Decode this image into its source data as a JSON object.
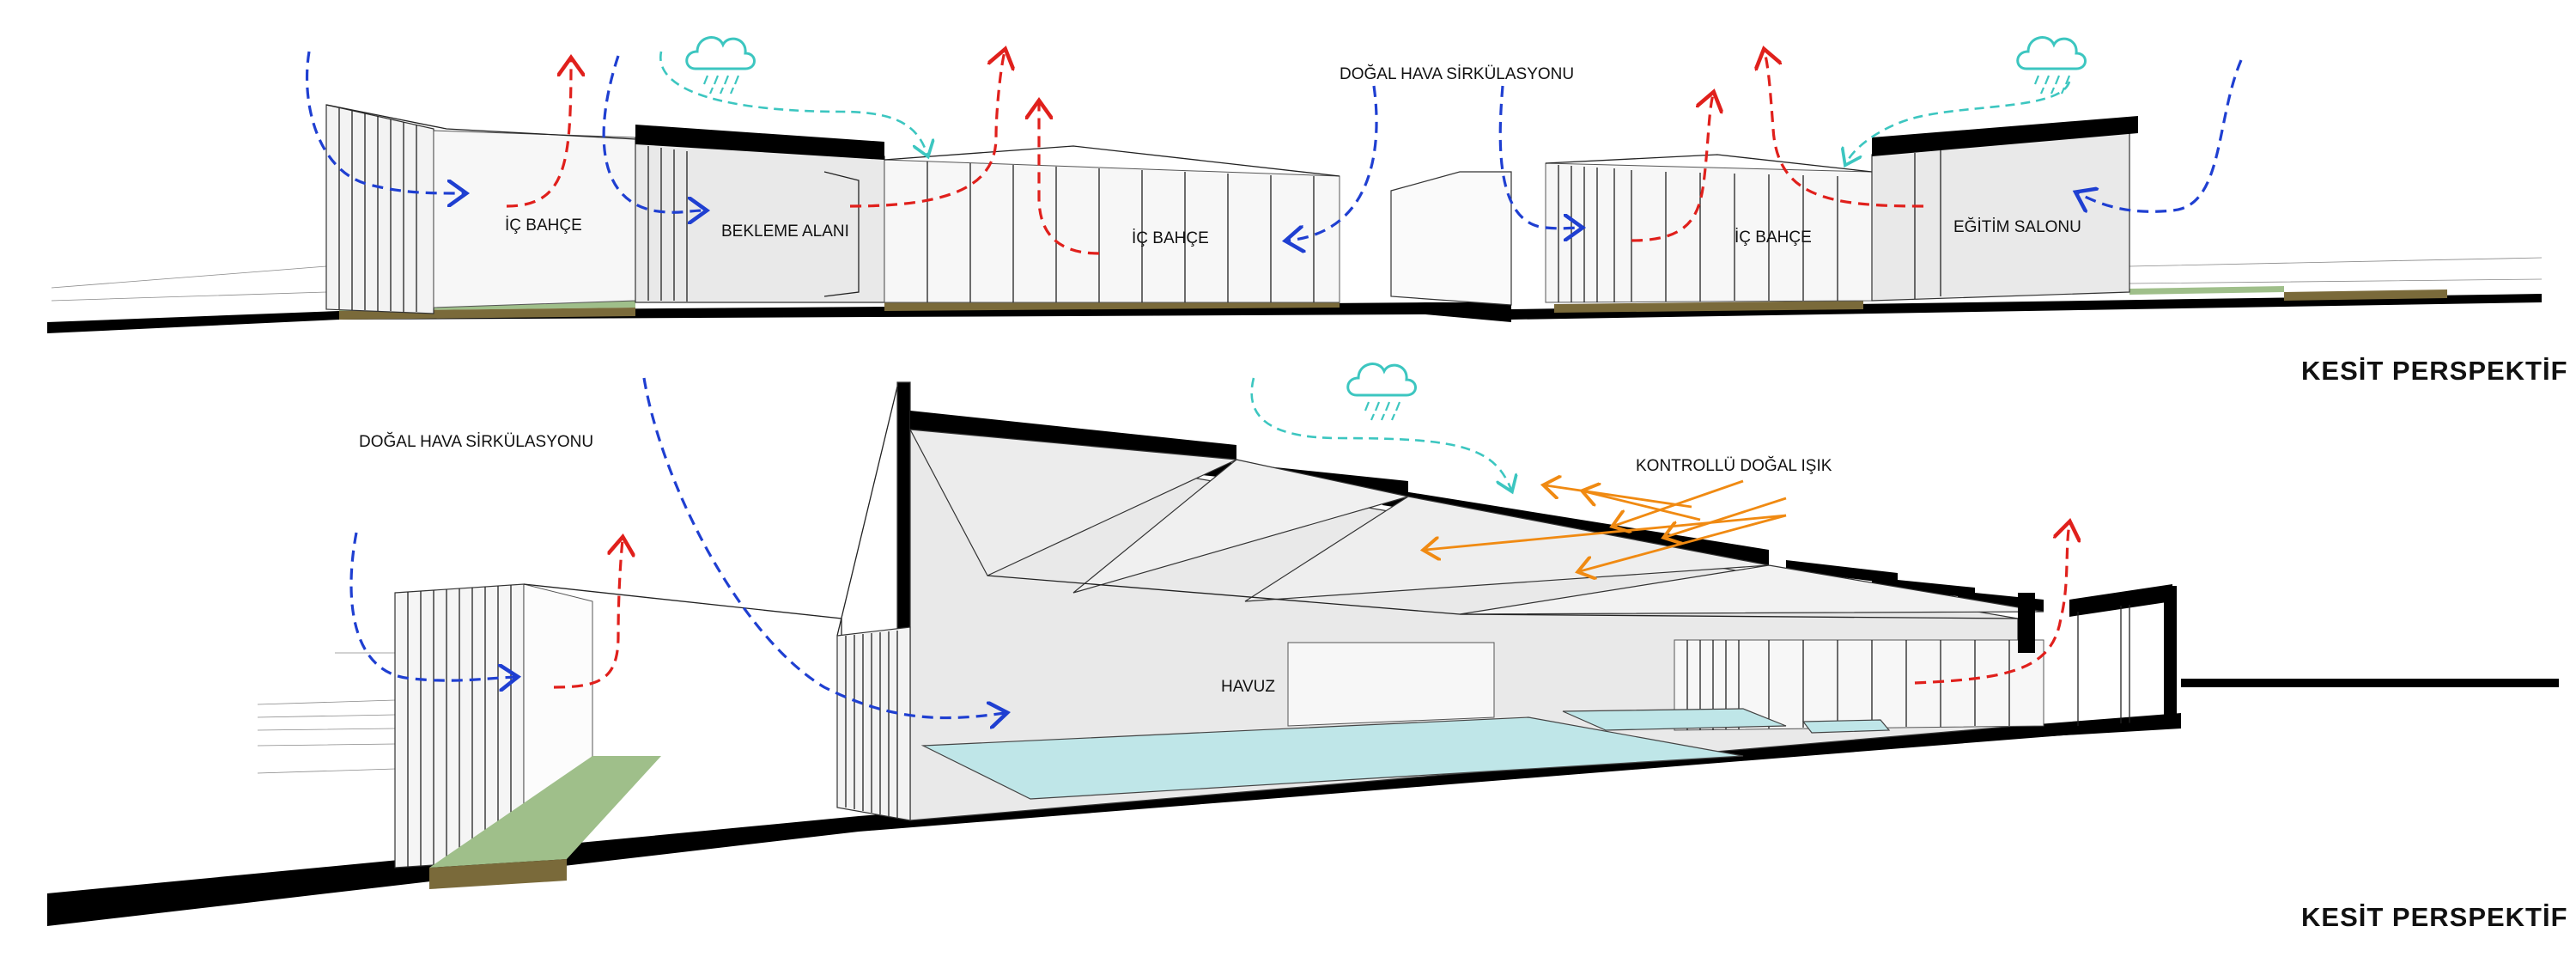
{
  "labels": {
    "ic_bahce": "İÇ BAHÇE",
    "bekleme_alani": "BEKLEME ALANI",
    "egitim_salonu": "EĞİTİM SALONU",
    "dogal_hava": "DOĞAL HAVA SİRKÜLASYONU",
    "kontrollu_isik": "KONTROLLÜ DOĞAL IŞIK",
    "havuz": "HAVUZ"
  },
  "titles": {
    "section_1": "KESİT PERSPEKTİF",
    "section_2": "KESİT PERSPEKTİF"
  },
  "icons": [
    "rain-cloud-icon",
    "rain-cloud-icon",
    "rain-cloud-icon"
  ],
  "colors": {
    "airflow_cool": "#1f3fd1",
    "airflow_warm": "#e0201c",
    "rain": "#3cc6c0",
    "light": "#f08a12",
    "grass": "#9fbf8a",
    "water": "#bfe6e8"
  }
}
